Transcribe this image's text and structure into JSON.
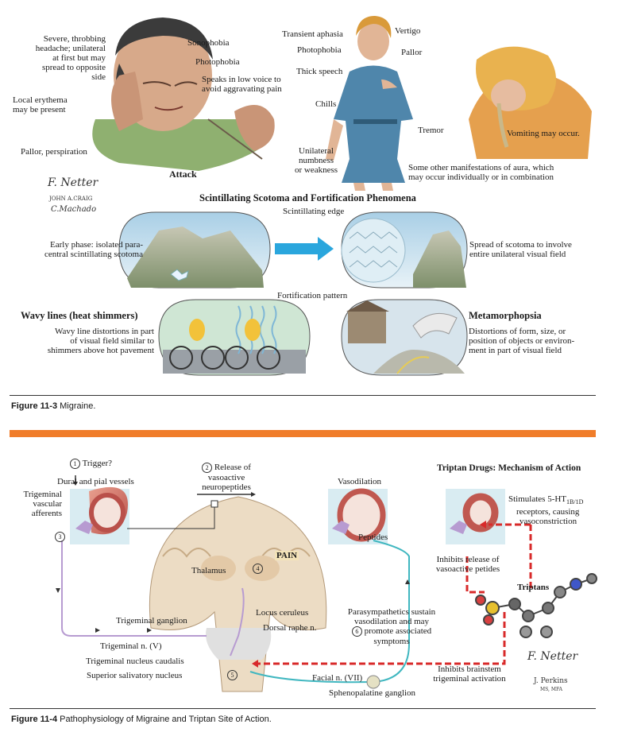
{
  "fig1": {
    "labels": {
      "headache": [
        "Severe, throbbing",
        "headache; unilateral",
        "at first but may",
        "spread to opposite",
        "side"
      ],
      "erythema": [
        "Local erythema",
        "may be present"
      ],
      "pallor_persp": "Pallor, perspiration",
      "sonophobia": "Sonophobia",
      "photophobia1": "Photophobia",
      "speaks": [
        "Speaks in low voice to",
        "avoid aggravating pain"
      ],
      "attack": "Attack",
      "aphasia": "Transient aphasia",
      "vertigo": "Vertigo",
      "photophobia2": "Photophobia",
      "pallor": "Pallor",
      "thick_speech": "Thick speech",
      "chills": "Chills",
      "tremor": "Tremor",
      "numbness": [
        "Unilateral",
        "numbness",
        "or weakness"
      ],
      "aura_note": [
        "Some other manifestations of aura, which",
        "may occur individually or in combination"
      ],
      "vomiting": "Vomiting may occur."
    },
    "scotoma": {
      "title": "Scintillating Scotoma and Fortification Phenomena",
      "edge": "Scintillating edge",
      "early": [
        "Early phase: isolated para-",
        "central scintillating scotoma"
      ],
      "spread": [
        "Spread of scotoma to involve",
        "entire unilateral visual field"
      ],
      "fortification": "Fortification pattern"
    },
    "wavy": {
      "title": "Wavy lines (heat shimmers)",
      "desc": [
        "Wavy line distortions in part",
        "of visual field similar to",
        "shimmers above hot pavement"
      ]
    },
    "meta": {
      "title": "Metamorphopsia",
      "desc": [
        "Distortions of form, size, or",
        "position of objects or environ-",
        "ment in part of visual field"
      ]
    },
    "signature": {
      "netter": "F. Netter",
      "craig": "JOHN A.CRAIG",
      "machado": "C.Machado"
    },
    "caption_num": "Figure 11-3",
    "caption_text": "Migraine."
  },
  "fig2": {
    "trigger": "Trigger?",
    "step1": "1",
    "dural": "Dural and pial vessels",
    "afferents": [
      "Trigeminal",
      "vascular",
      "afferents"
    ],
    "step3": "3",
    "step2": "2",
    "release": [
      "Release of",
      "vasoactive",
      "neuropeptides"
    ],
    "vasodilation": "Vasodilation",
    "peptides": "Peptides",
    "triptan_title": "Triptan Drugs: Mechanism of Action",
    "stimulates_pre": "Stimulates 5-HT",
    "stimulates_sub": "1B/1D",
    "stimulates_rest": [
      "receptors, causing",
      "vasoconstriction"
    ],
    "inhibits_release": [
      "Inhibits release of",
      "vasoactive petides"
    ],
    "triptans": "Triptans",
    "pain": "PAIN",
    "thalamus": "Thalamus",
    "step4": "4",
    "locus": "Locus ceruleus",
    "dorsal": "Dorsal raphe n.",
    "trig_ganglion": "Trigeminal ganglion",
    "trig_n": "Trigeminal n. (V)",
    "trig_caudalis": "Trigeminal nucleus caudalis",
    "sup_saliv": "Superior salivatory nucleus",
    "step5": "5",
    "step6": "6",
    "parasym": [
      "Parasympathetics sustain",
      "vasodilation and may",
      "promote associated",
      "symptoms"
    ],
    "inhibits_brainstem": [
      "Inhibits brainstem",
      "trigeminal activation"
    ],
    "facial": "Facial n. (VII)",
    "spheno": "Sphenopalatine ganglion",
    "signature": {
      "netter": "F. Netter",
      "perkins": "J. Perkins",
      "perkins_deg": "MS, MFA"
    },
    "caption_num": "Figure 11-4",
    "caption_text": "Pathophysiology of Migraine and Triptan Site of Action."
  }
}
